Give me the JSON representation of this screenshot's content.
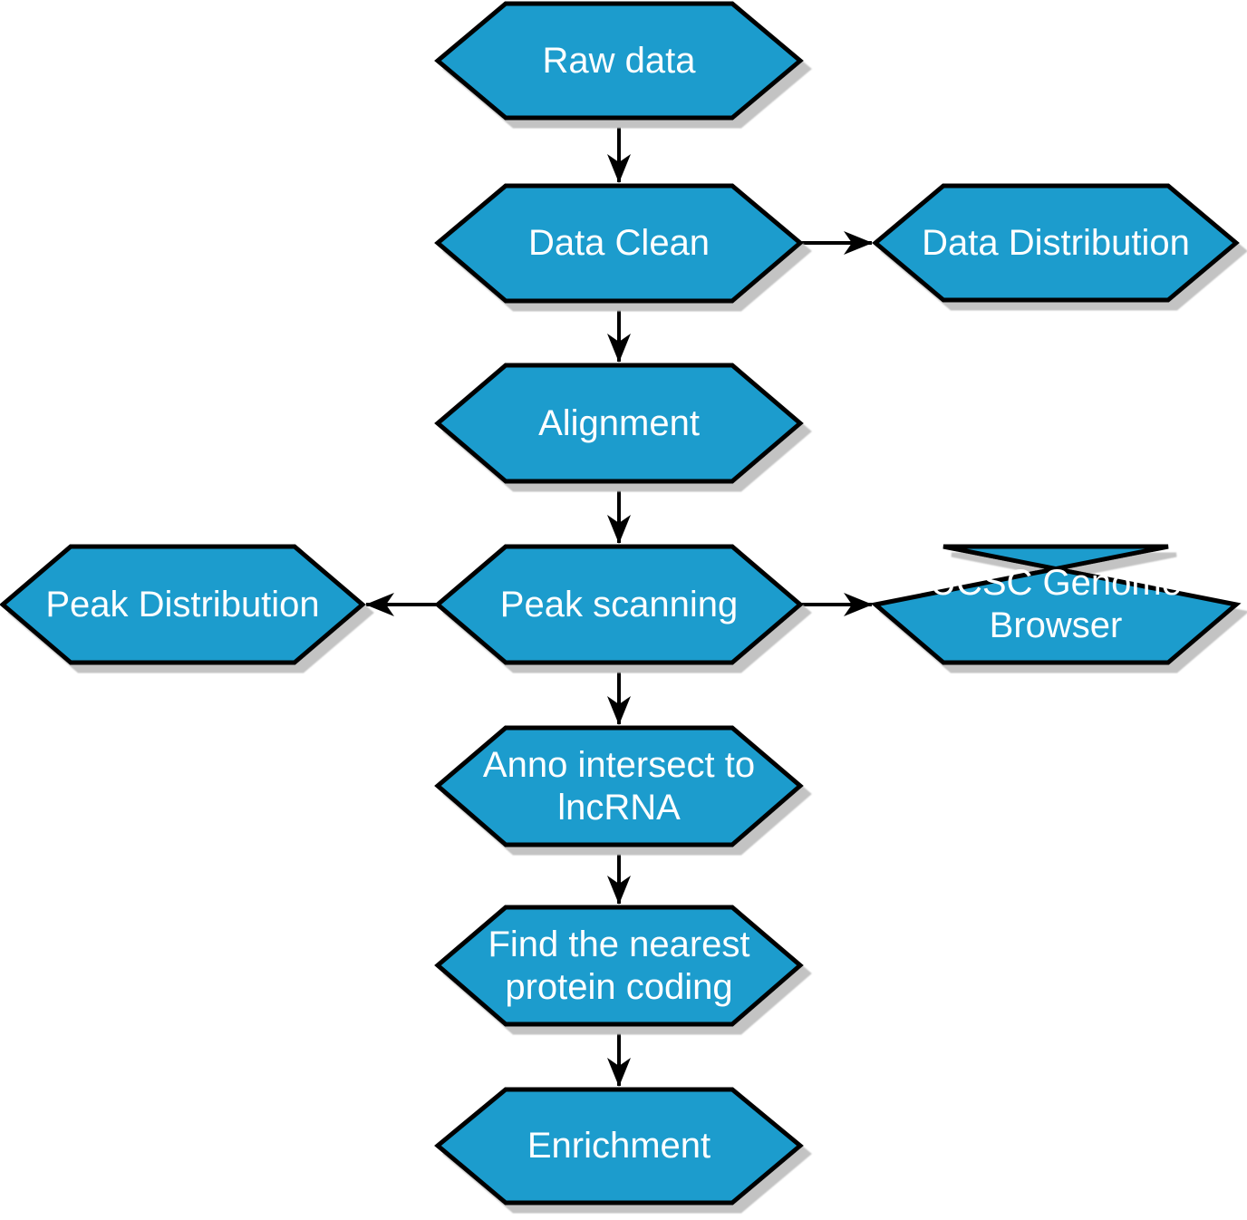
{
  "diagram": {
    "type": "flowchart",
    "background_color": "#ffffff",
    "node_fill_color": "#1b9ccd",
    "node_border_color": "#000000",
    "node_shadow_color": "#c3c3c3",
    "node_text_color": "#ffffff",
    "arrow_color": "#000000",
    "nodes": [
      {
        "id": "raw-data",
        "label": "Raw data"
      },
      {
        "id": "data-clean",
        "label": "Data Clean"
      },
      {
        "id": "data-distribution",
        "label": "Data Distribution"
      },
      {
        "id": "alignment",
        "label": "Alignment"
      },
      {
        "id": "peak-distribution",
        "label": "Peak Distribution"
      },
      {
        "id": "peak-scanning",
        "label": "Peak scanning"
      },
      {
        "id": "ucsc-genome-browser",
        "label": "UCSC Genome Browser"
      },
      {
        "id": "anno-intersect",
        "label": "Anno intersect to lncRNA"
      },
      {
        "id": "find-nearest",
        "label": "Find the nearest protein coding"
      },
      {
        "id": "enrichment",
        "label": "Enrichment"
      }
    ],
    "edges": [
      {
        "from": "raw-data",
        "to": "data-clean"
      },
      {
        "from": "data-clean",
        "to": "data-distribution"
      },
      {
        "from": "data-clean",
        "to": "alignment"
      },
      {
        "from": "alignment",
        "to": "peak-scanning"
      },
      {
        "from": "peak-scanning",
        "to": "peak-distribution"
      },
      {
        "from": "peak-scanning",
        "to": "ucsc-genome-browser"
      },
      {
        "from": "peak-scanning",
        "to": "anno-intersect"
      },
      {
        "from": "anno-intersect",
        "to": "find-nearest"
      },
      {
        "from": "find-nearest",
        "to": "enrichment"
      }
    ]
  }
}
